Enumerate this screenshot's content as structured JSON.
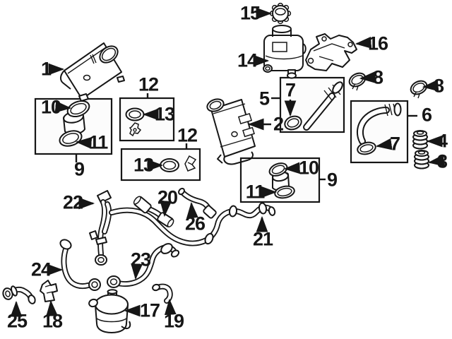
{
  "diagram": {
    "kind": "automotive-parts-diagram",
    "background_color": "#ffffff",
    "line_color": "#161616",
    "group_box_fill": "#fcfcfc",
    "callouts": [
      {
        "text": "1"
      },
      {
        "text": "2"
      },
      {
        "text": "3"
      },
      {
        "text": "4"
      },
      {
        "text": "5"
      },
      {
        "text": "6"
      },
      {
        "text": "7"
      },
      {
        "text": "7"
      },
      {
        "text": "8"
      },
      {
        "text": "8"
      },
      {
        "text": "9"
      },
      {
        "text": "9"
      },
      {
        "text": "10"
      },
      {
        "text": "10"
      },
      {
        "text": "11"
      },
      {
        "text": "11"
      },
      {
        "text": "12"
      },
      {
        "text": "12"
      },
      {
        "text": "13"
      },
      {
        "text": "13"
      },
      {
        "text": "14"
      },
      {
        "text": "15"
      },
      {
        "text": "16"
      },
      {
        "text": "17"
      },
      {
        "text": "18"
      },
      {
        "text": "19"
      },
      {
        "text": "20"
      },
      {
        "text": "21"
      },
      {
        "text": "22"
      },
      {
        "text": "23"
      },
      {
        "text": "24"
      },
      {
        "text": "25"
      },
      {
        "text": "26"
      }
    ]
  }
}
